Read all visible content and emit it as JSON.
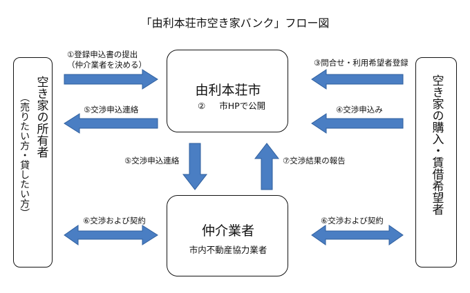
{
  "title": "「由利本荘市空き家バンク」フロー図",
  "left_box": {
    "main": "空き家の所有者",
    "sub": "（売りたい方・貸したい方）"
  },
  "right_box": {
    "text": "空き家の購入・賃借希望者"
  },
  "city_box": {
    "title": "由利本荘市",
    "sub_num": "②",
    "sub": "市HPで公開"
  },
  "agent_box": {
    "title": "仲介業者",
    "sub": "市内不動産協力業者"
  },
  "labels": {
    "step1_line1": "①登録申込書の提出",
    "step1_line2": "（仲介業者を決める）",
    "step5_left": "⑤交渉申込連絡",
    "step5_mid": "⑤交渉申込連絡",
    "step7": "⑦交渉結果の報告",
    "step6_left": "⑥交渉および契約",
    "step6_right": "⑥交渉および契約",
    "step3": "③問合せ・利用希望者登録",
    "step4": "④交渉申込み"
  },
  "colors": {
    "arrow_fill": "#4a7ec3",
    "arrow_stroke": "#2f5f9e"
  }
}
